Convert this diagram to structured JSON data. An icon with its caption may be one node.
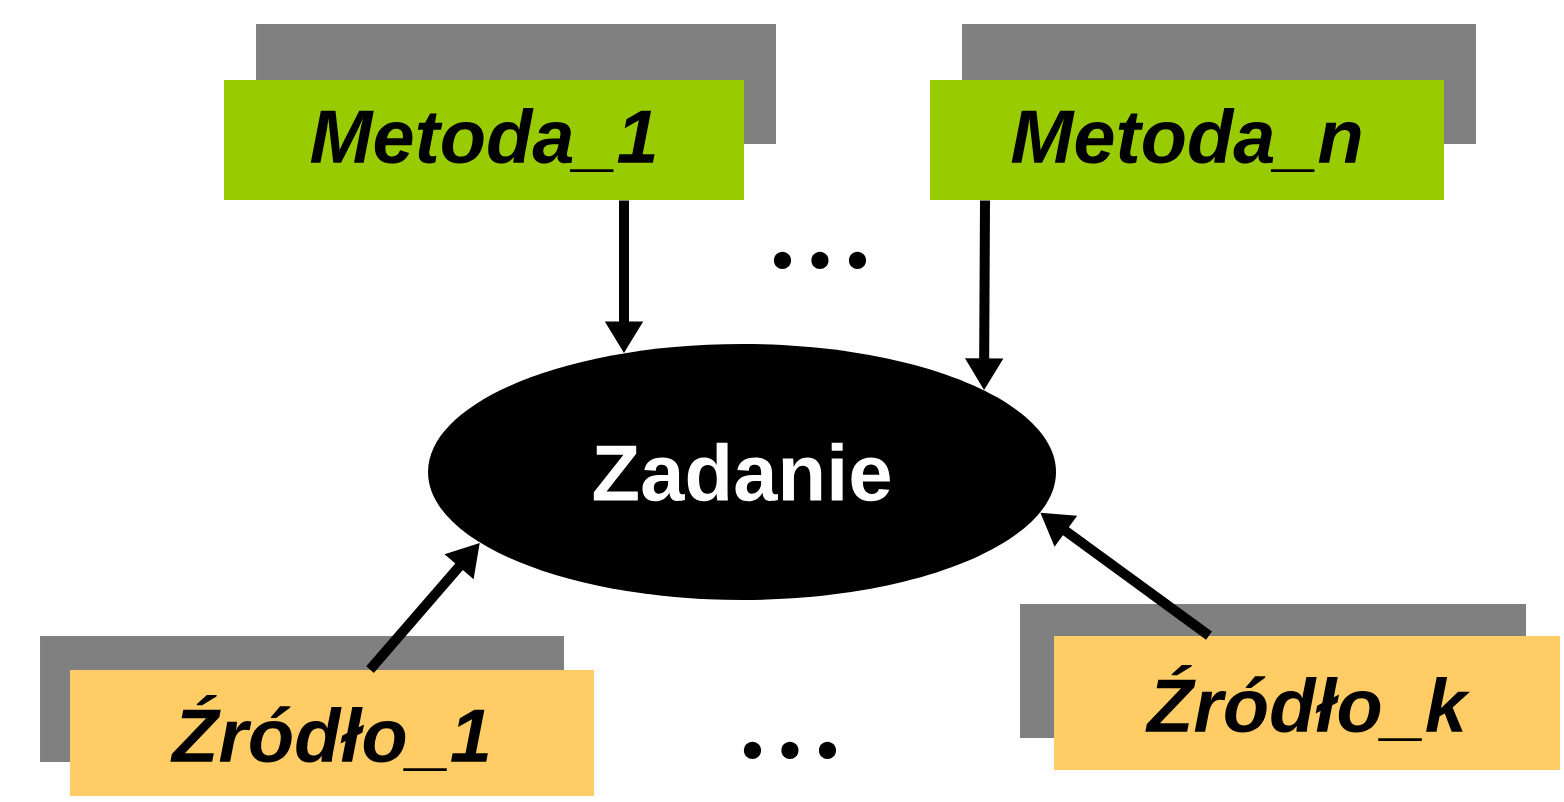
{
  "diagram": {
    "nodes": [
      {
        "text": [
          "Metoda_1"
        ]
      },
      {
        "text": [
          "Metoda_n"
        ]
      },
      {
        "text": [
          "Zadanie"
        ]
      },
      {
        "text": [
          "Źródło_1"
        ]
      },
      {
        "text": [
          "Źródło_k"
        ]
      }
    ],
    "edges": [
      {
        "from": 0,
        "to": 2,
        "arrow": "to"
      },
      {
        "from": 1,
        "to": 2,
        "arrow": "to"
      },
      {
        "from": 3,
        "to": 2,
        "arrow": "to"
      },
      {
        "from": 4,
        "to": 2,
        "arrow": "to"
      }
    ],
    "labels": [
      "• • •",
      "• • •"
    ]
  }
}
